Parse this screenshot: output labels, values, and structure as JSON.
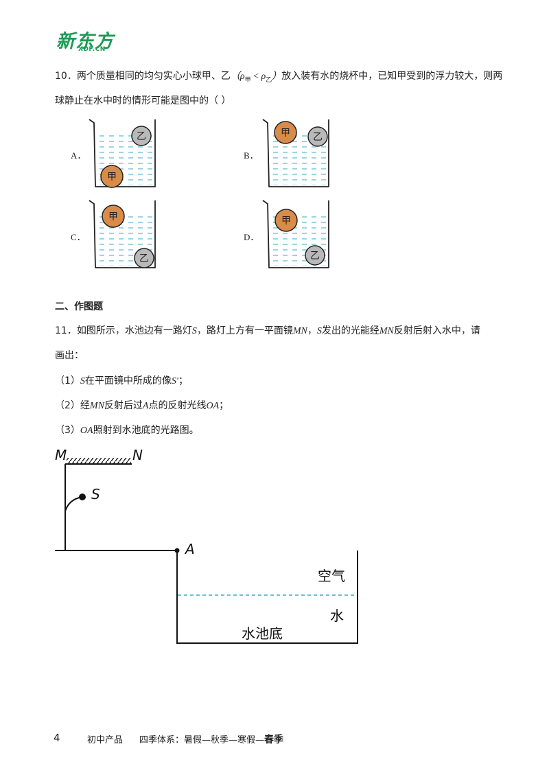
{
  "logo": {
    "main": "新东方",
    "sub": "XDF.CN"
  },
  "q10": {
    "number": "10．",
    "text_part1": "两个质量相同的均匀实心小球甲、乙",
    "rho": "ρ",
    "sub_a": "甲",
    "lt": " < ",
    "sub_b": "乙",
    "text_part2": "放入装有水的烧杯中，已知甲受到的浮力较大，则两",
    "text_line2": "球静止在水中时的情形可能是图中的（    ）",
    "options": [
      {
        "label": "A．"
      },
      {
        "label": "B．"
      },
      {
        "label": "C．"
      },
      {
        "label": "D．"
      }
    ],
    "ball_labels": {
      "jia": "甲",
      "yi": "乙"
    }
  },
  "section2": {
    "title": "二、作图题"
  },
  "q11": {
    "number": "11．",
    "line1_a": "如图所示，水池边有一路灯",
    "S": "S",
    "line1_b": "，路灯上方有一平面镜",
    "MN": "MN",
    "line1_c": "，",
    "line1_d": "发出的光能经",
    "line1_e": "反射后射入水中，请",
    "line2": "画出：",
    "sub1_num": "（1）",
    "sub1_a": "在平面镜中所成的像",
    "Sprime": "S′",
    "sub1_b": "；",
    "sub2_num": "（2）",
    "sub2_a": "经",
    "sub2_b": "反射后过",
    "A": "A",
    "sub2_c": "点的反射光线",
    "OA": "OA",
    "sub2_d": "；",
    "sub3_num": "（3）",
    "sub3_a": "照射到水池底的光路图。",
    "diagram": {
      "M": "M",
      "N": "N",
      "S": "S",
      "A": "A",
      "air": "空气",
      "water": "水",
      "bottom": "水池底"
    }
  },
  "footer": {
    "page": "4",
    "product": "初中产品",
    "system": "四季体系：暑假—秋季—寒假—",
    "bold": "春季"
  },
  "colors": {
    "logo_green": "#1c9b55",
    "water_dash": "#3aa8c9",
    "ball_jia": "#d98c4a",
    "ball_yi": "#b9b9b9"
  }
}
